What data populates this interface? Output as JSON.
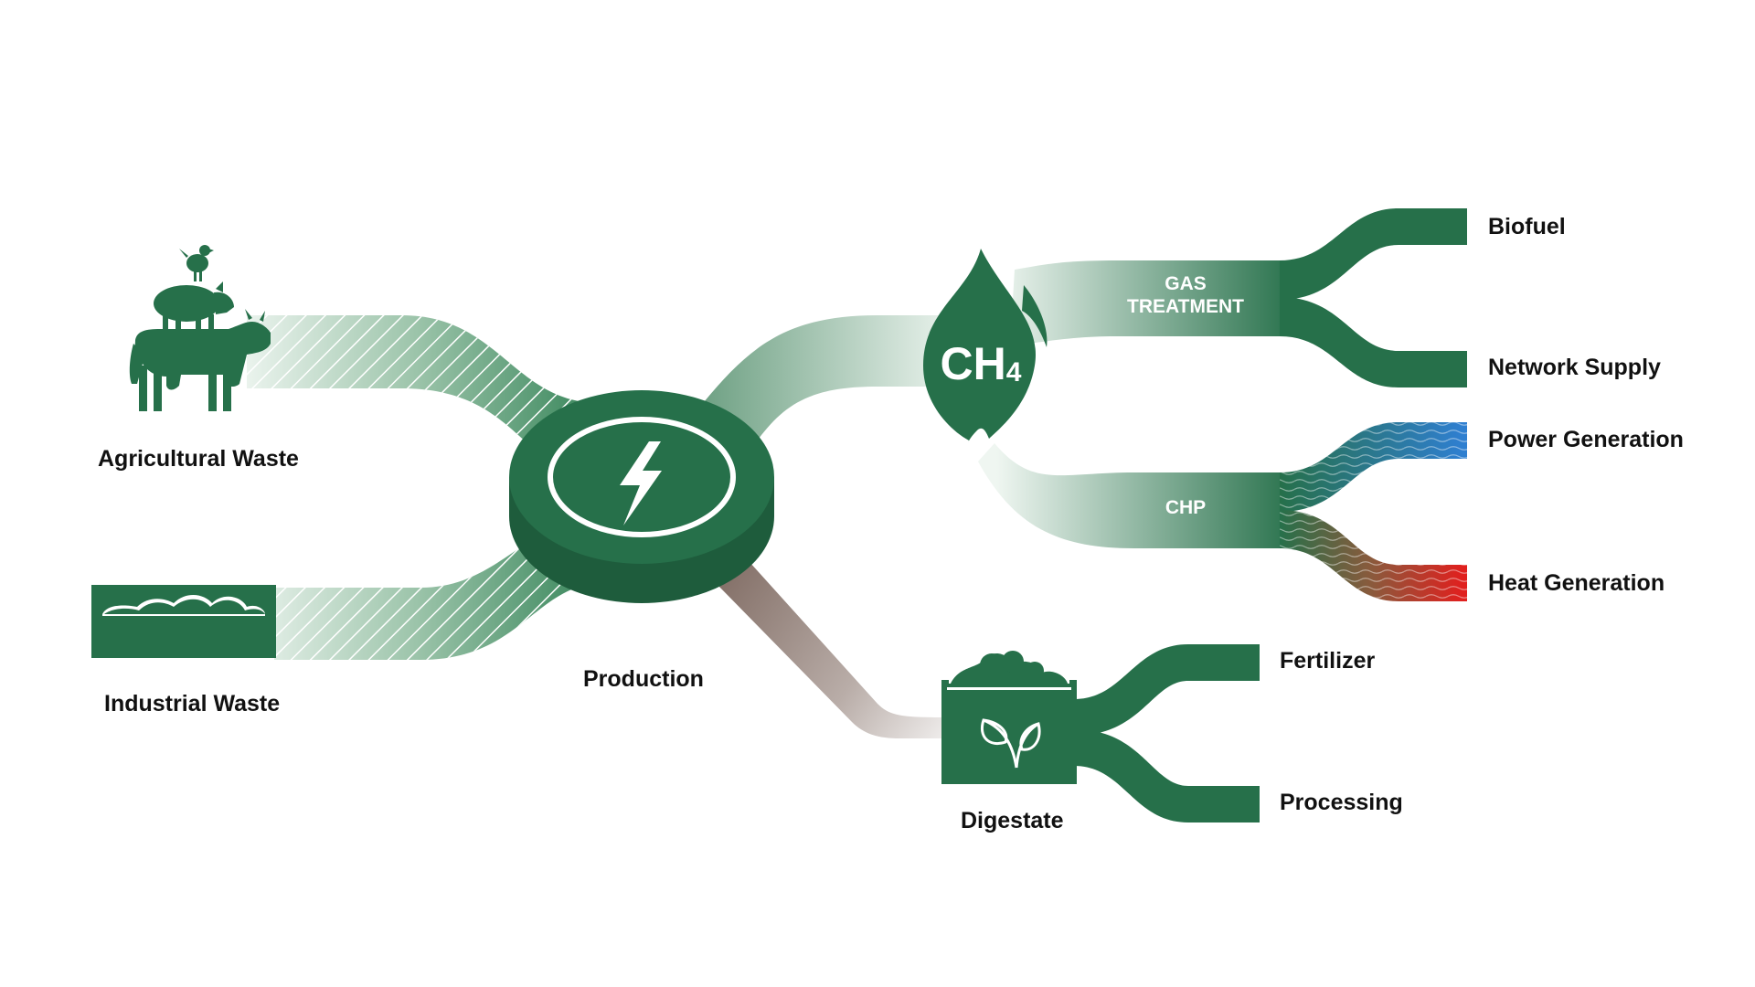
{
  "colors": {
    "primary_green": "#26704A",
    "light_green": "#DDEBE2",
    "power_blue": "#2F7FD0",
    "heat_red": "#E0201E",
    "digestate_brown": "#847068"
  },
  "inputs": {
    "agricultural_waste": {
      "label": "Agricultural Waste",
      "icon": "livestock-icon"
    },
    "industrial_waste": {
      "label": "Industrial Waste",
      "icon": "waste-container-icon"
    }
  },
  "production": {
    "label": "Production",
    "icon": "lightning-bolt-icon"
  },
  "biogas": {
    "icon": "flame-icon",
    "formula_main": "CH",
    "formula_sub": "4"
  },
  "paths": {
    "gas_treatment": {
      "label_line1": "GAS",
      "label_line2": "TREATMENT"
    },
    "chp": {
      "label": "CHP"
    }
  },
  "outputs": {
    "biofuel": "Biofuel",
    "network_supply": "Network Supply",
    "power_generation": "Power Generation",
    "heat_generation": "Heat Generation"
  },
  "digestate": {
    "label": "Digestate",
    "icon": "sprout-container-icon",
    "outputs": {
      "fertilizer": "Fertilizer",
      "processing": "Processing"
    }
  }
}
